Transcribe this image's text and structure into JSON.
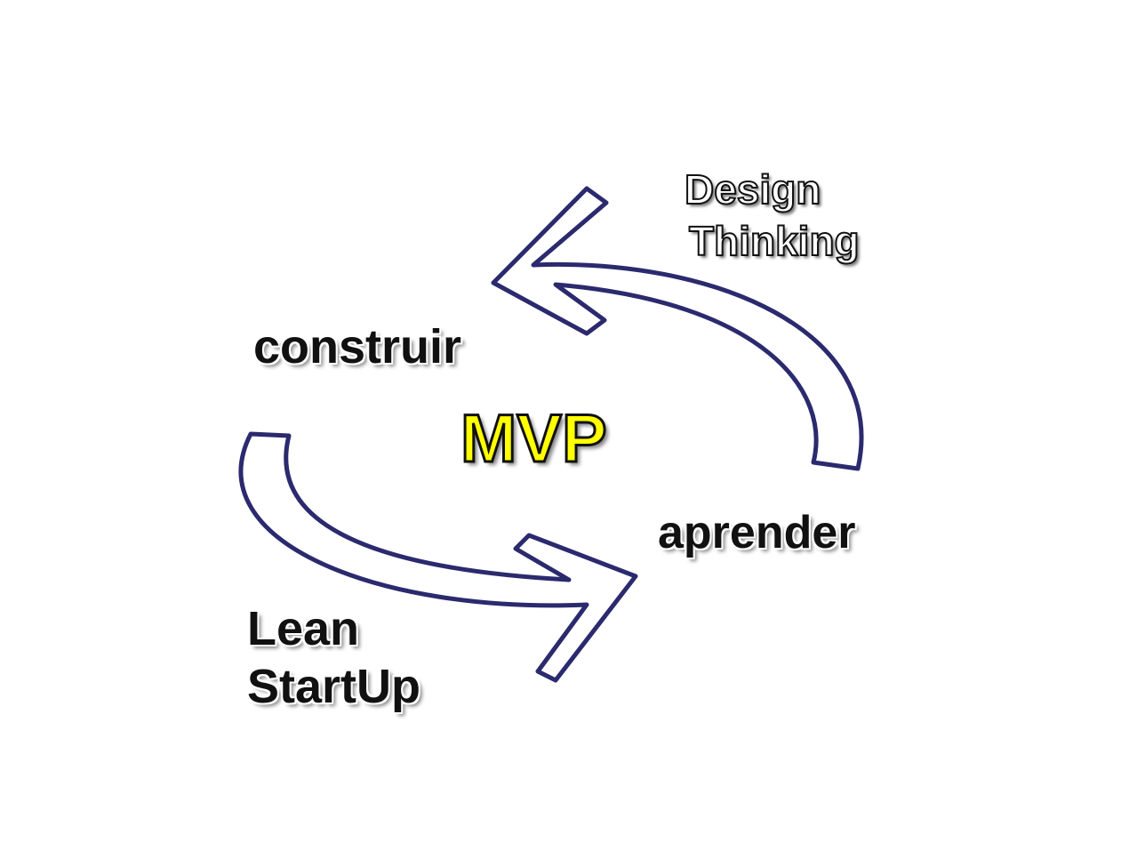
{
  "diagram": {
    "center_label": "MVP",
    "build_label": "construir",
    "learn_label": "aprender",
    "top_method": [
      "Design",
      "Thinking"
    ],
    "bottom_method": [
      "Lean",
      "StartUp"
    ]
  },
  "colors": {
    "arrow_stroke": "#2b2a6e",
    "mvp_fill": "#ffff00"
  }
}
